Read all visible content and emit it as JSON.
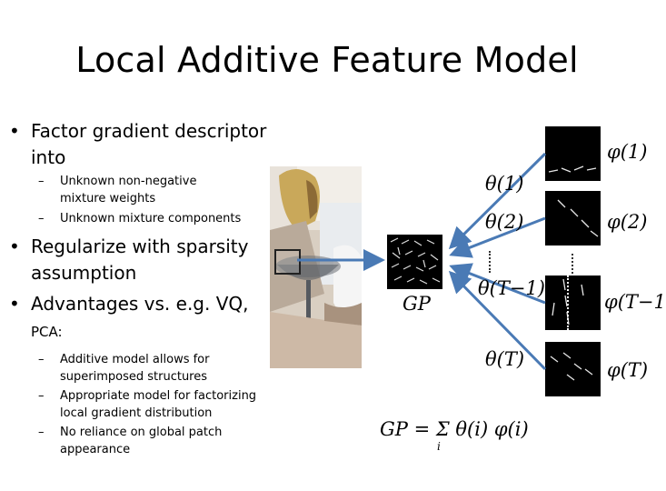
{
  "slide": {
    "title": "Local Additive Feature Model",
    "bullets": [
      {
        "text_a": "Factor gradient descriptor",
        "text_b": "into",
        "sub": [
          "Unknown non-negative mixture weights",
          "Unknown mixture components"
        ]
      },
      {
        "text_a": "Regularize with sparsity",
        "text_b": "assumption",
        "sub": []
      },
      {
        "text_a": "Advantages vs. e.g. VQ,",
        "text_b": "PCA:",
        "sub": [
          "Additive model allows for superimposed structures",
          "Appropriate model for factorizing local gradient distribution",
          "No reliance on global patch appearance"
        ]
      }
    ],
    "bullet_glyph": "•",
    "sub_glyph": "–"
  },
  "figure": {
    "weights": [
      "θ(1)",
      "θ(2)",
      "θ(T−1)",
      "θ(T)"
    ],
    "components": [
      "φ(1)",
      "φ(2)",
      "φ(T−1",
      "φ(T)"
    ],
    "gp_label": "GP",
    "equation": {
      "lhs": "GP",
      "rhs": "Σ θ(i) φ(i)",
      "index": "i"
    },
    "colors": {
      "arrow": "#4a7ab5",
      "bullet_text": "#000000"
    }
  }
}
